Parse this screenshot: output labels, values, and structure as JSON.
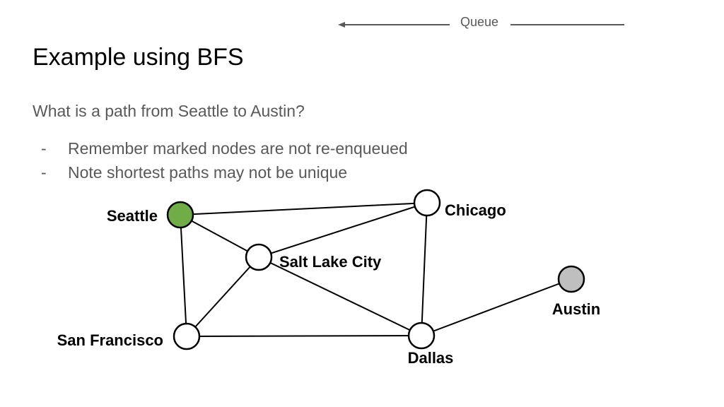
{
  "queue": {
    "label": "Queue"
  },
  "slide": {
    "title": "Example using BFS",
    "question": "What is a path from Seattle to Austin?",
    "bullets": [
      {
        "marker": "-",
        "text": "Remember marked nodes are not re-enqueued"
      },
      {
        "marker": "-",
        "text": "Note shortest paths may not be unique"
      }
    ]
  },
  "graph": {
    "nodes": {
      "seattle": {
        "label": "Seattle",
        "fill": "#70ad47"
      },
      "chicago": {
        "label": "Chicago",
        "fill": "#ffffff"
      },
      "saltlake": {
        "label": "Salt Lake City",
        "fill": "#ffffff"
      },
      "austin": {
        "label": "Austin",
        "fill": "#bfbfbf"
      },
      "sanfrancisco": {
        "label": "San Francisco",
        "fill": "#ffffff"
      },
      "dallas": {
        "label": "Dallas",
        "fill": "#ffffff"
      }
    },
    "edges": [
      [
        "seattle",
        "chicago"
      ],
      [
        "seattle",
        "saltlake"
      ],
      [
        "seattle",
        "sanfrancisco"
      ],
      [
        "saltlake",
        "chicago"
      ],
      [
        "saltlake",
        "sanfrancisco"
      ],
      [
        "saltlake",
        "dallas"
      ],
      [
        "chicago",
        "dallas"
      ],
      [
        "sanfrancisco",
        "dallas"
      ],
      [
        "dallas",
        "austin"
      ]
    ]
  }
}
